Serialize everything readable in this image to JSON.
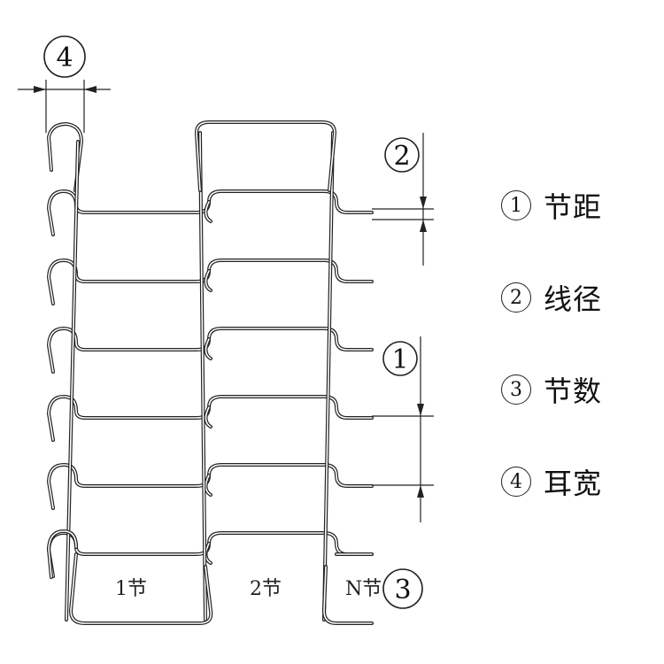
{
  "markers": {
    "m1": "1",
    "m2": "2",
    "m3": "3",
    "m4": "4"
  },
  "segment_labels": {
    "seg1": "1节",
    "seg2": "2节",
    "segN": "N节"
  },
  "legend": [
    {
      "num": "1",
      "text": "节距"
    },
    {
      "num": "2",
      "text": "线径"
    },
    {
      "num": "3",
      "text": "节数"
    },
    {
      "num": "4",
      "text": "耳宽"
    }
  ]
}
